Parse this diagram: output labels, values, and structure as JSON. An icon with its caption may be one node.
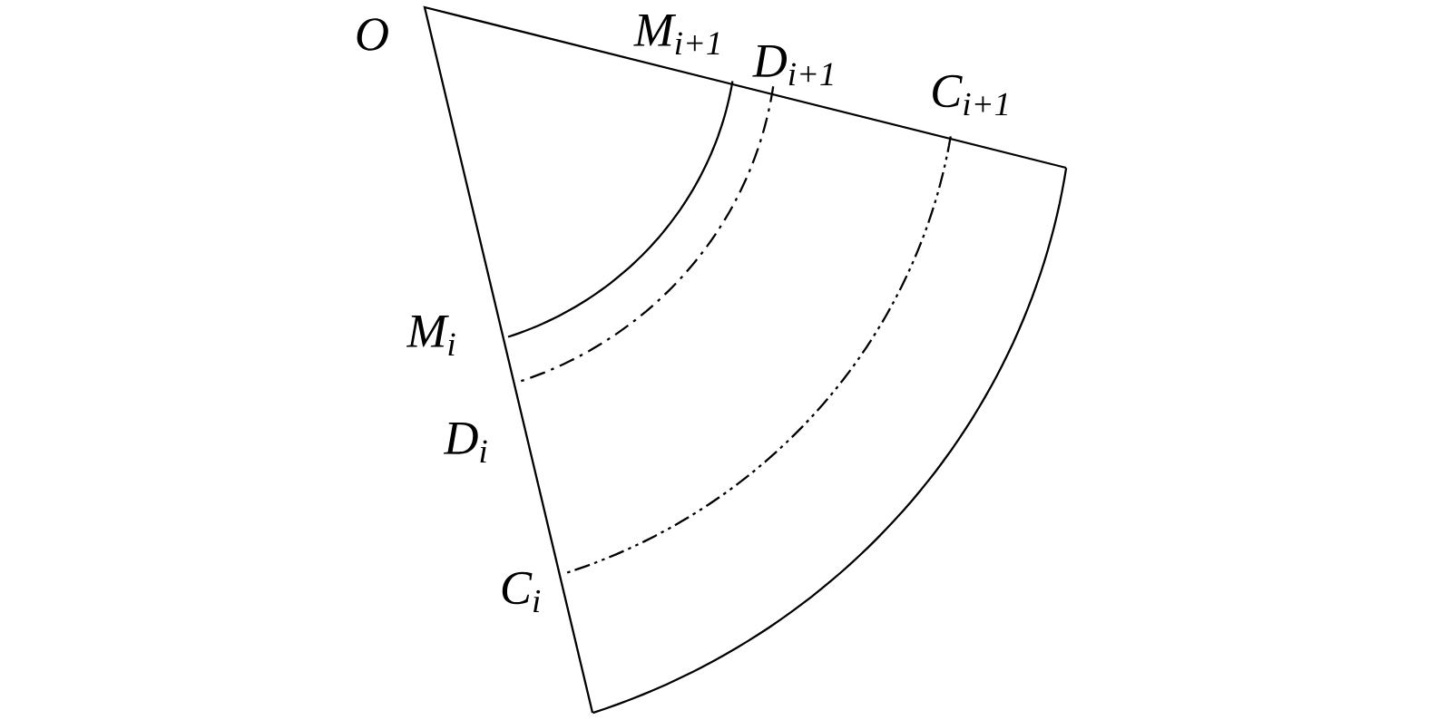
{
  "diagram": {
    "labels": [
      "O",
      "M$_{i+1}$",
      "D$_{i+1}$",
      "C$_{i+1}$",
      "M$_{i}$",
      "D$_{i}$",
      "C$_{i}$"
    ]
  }
}
